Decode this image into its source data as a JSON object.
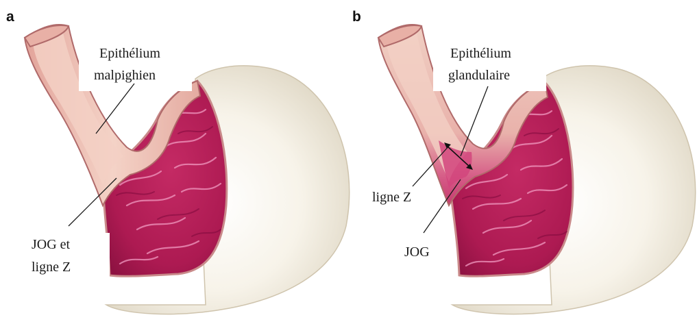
{
  "panels": [
    {
      "letter": "a",
      "labels": {
        "epithelium_line1": "Epithélium",
        "epithelium_line2": "malpighien",
        "junction_line1": "JOG et",
        "junction_line2": "ligne Z"
      }
    },
    {
      "letter": "b",
      "labels": {
        "epithelium_line1": "Epithélium",
        "epithelium_line2": "glandulaire",
        "zline": "ligne Z",
        "jog": "JOG"
      }
    }
  ],
  "colors": {
    "stomach_body": "#ece6d6",
    "mucosa": "#b51e57",
    "esophagus_outer": "#e8a9a1",
    "esophagus_lumen": "#f0c9bd"
  }
}
